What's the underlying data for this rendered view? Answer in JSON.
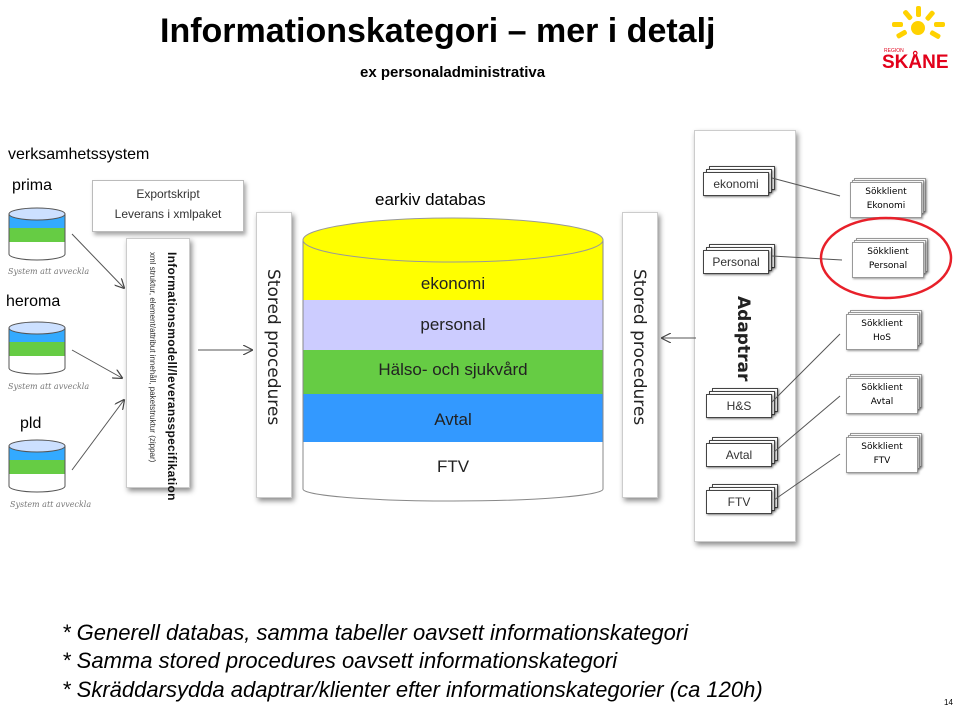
{
  "title": "Informationskategori – mer i detalj",
  "subtitle": "ex personaladministrativa",
  "logo": {
    "region": "REGION",
    "name": "SKÅNE",
    "color": "#e2001a",
    "sun_color": "#ffd200"
  },
  "left": {
    "header": "verksamhetssystem",
    "systems": [
      {
        "label": "prima",
        "caption": "System att avveckla"
      },
      {
        "label": "heroma",
        "caption": "System att avveckla"
      },
      {
        "label": "pld",
        "caption": "System att avveckla"
      }
    ]
  },
  "export_box": {
    "line1": "Exportskript",
    "line2": "Leverans i xmlpaket"
  },
  "info_panel": {
    "title": "Informationsmodell/leveransspecifikation",
    "subtitle": "xml struktur, element/attribut innehåll, paketstruktur (zippar)"
  },
  "stored_procedures_label": "Stored procedures",
  "earkiv": {
    "label": "earkiv databas",
    "layers": [
      {
        "label": "ekonomi",
        "color": "#ffff00"
      },
      {
        "label": "personal",
        "color": "#ccccff"
      },
      {
        "label": "Hälso- och sjukvård",
        "color": "#66cc44"
      },
      {
        "label": "Avtal",
        "color": "#3399ff"
      },
      {
        "label": "FTV",
        "color": "#ffffff"
      }
    ]
  },
  "adapters": {
    "title": "Adaptrar",
    "items": [
      "ekonomi",
      "Personal",
      "H&S",
      "Avtal",
      "FTV"
    ]
  },
  "clients": [
    {
      "line1": "Sökklient",
      "line2": "Ekonomi"
    },
    {
      "line1": "Sökklient",
      "line2": "Personal"
    },
    {
      "line1": "Sökklient",
      "line2": "HoS"
    },
    {
      "line1": "Sökklient",
      "line2": "Avtal"
    },
    {
      "line1": "Sökklient",
      "line2": "FTV"
    }
  ],
  "highlight_color": "#e8202a",
  "bullets": [
    "* Generell databas, samma tabeller oavsett informationskategori",
    "* Samma stored procedures oavsett informationskategori",
    "* Skräddarsydda adaptrar/klienter efter informationskategorier (ca 120h)"
  ],
  "page_number": "14"
}
